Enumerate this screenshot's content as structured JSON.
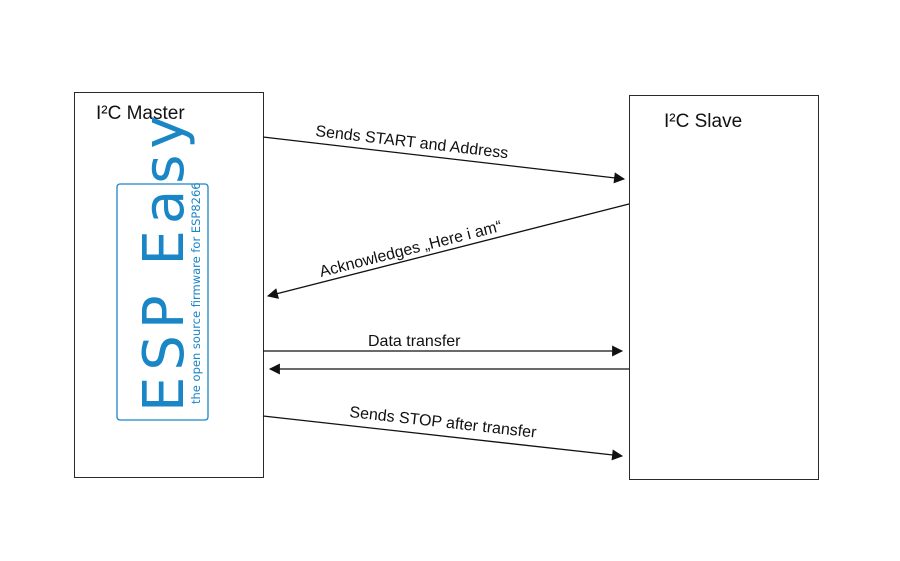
{
  "master": {
    "title": "I²C Master"
  },
  "slave": {
    "title": "I²C Slave"
  },
  "logo": {
    "name": "ESP Easy",
    "tagline": "the open source firmware for ESP8266",
    "color": "#1b86c6"
  },
  "messages": [
    {
      "label": "Sends START and Address",
      "direction": "master-to-slave"
    },
    {
      "label": "Acknowledges „Here i am“",
      "direction": "slave-to-master"
    },
    {
      "label": "Data transfer",
      "direction": "bidirectional"
    },
    {
      "label": "Sends STOP after transfer",
      "direction": "master-to-slave"
    }
  ]
}
